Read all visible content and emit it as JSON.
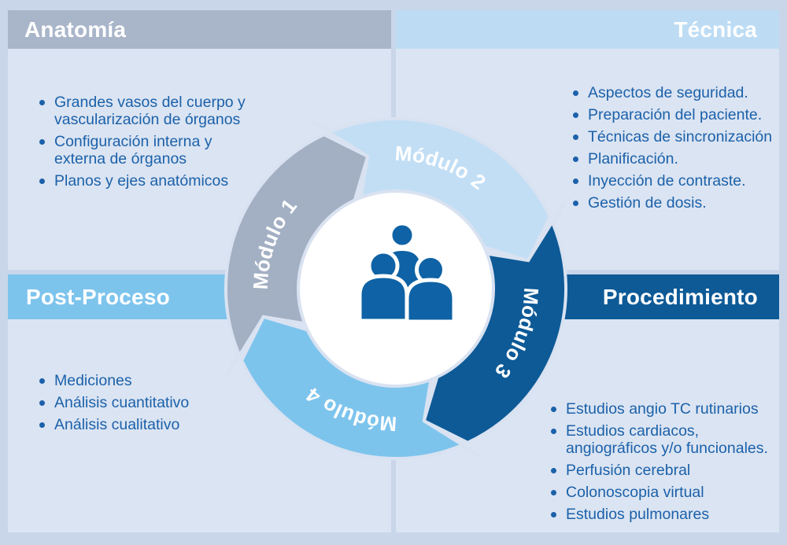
{
  "quadrants": {
    "anatomia": {
      "title": "Anatomía",
      "items": [
        "Grandes vasos del cuerpo y vascularización de órganos",
        "Configuración interna y externa de órganos",
        "Planos y ejes anatómicos"
      ]
    },
    "tecnica": {
      "title": "Técnica",
      "items": [
        "Aspectos de seguridad.",
        "Preparación del paciente.",
        "Técnicas de sincronización",
        "Planificación.",
        "Inyección de contraste.",
        "Gestión de dosis."
      ]
    },
    "postproceso": {
      "title": "Post-Proceso",
      "items": [
        "Mediciones",
        "Análisis cuantitativo",
        "Análisis cualitativo"
      ]
    },
    "procedimiento": {
      "title": "Procedimiento",
      "items": [
        "Estudios angio TC rutinarios",
        "Estudios cardiacos, angiográficos y/o funcionales.",
        "Perfusión cerebral",
        "Colonoscopia virtual",
        "Estudios pulmonares"
      ]
    }
  },
  "modules": [
    {
      "label": "Módulo 1",
      "color": "#a3afc3"
    },
    {
      "label": "Módulo 2",
      "color": "#c2def5"
    },
    {
      "label": "Módulo 3",
      "color": "#0d5a97"
    },
    {
      "label": "Módulo 4",
      "color": "#7dc4ed"
    }
  ],
  "colors": {
    "page_background": "#c9d6ea",
    "panel_background": "#dbe4f2",
    "anatomia_bar": "#a9b5c9",
    "tecnica_bar": "#bddcf4",
    "postproceso_bar": "#7dc4ed",
    "procedimiento_bar": "#0d5a97",
    "list_text": "#1b61aa",
    "people_icon": "#0e62a5"
  }
}
